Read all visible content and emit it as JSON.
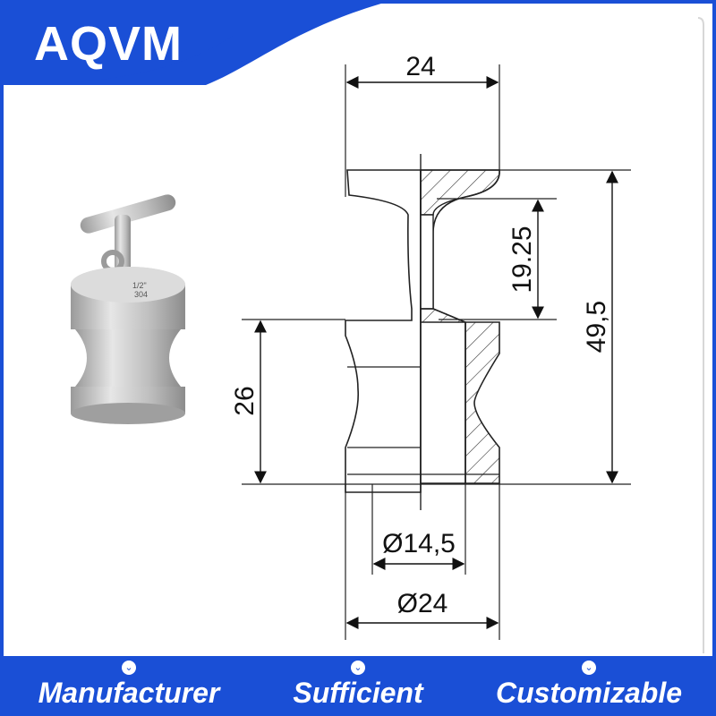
{
  "brand": {
    "logo_text": "AQVM",
    "accent": "#1a4fd6"
  },
  "dimensions": {
    "top_width": "24",
    "upper_height": "19.25",
    "total_height": "49,5",
    "body_height": "26",
    "inner_diameter": "Ø14,5",
    "outer_diameter": "Ø24"
  },
  "product_image": {
    "stamp_line1": "1/2\"",
    "stamp_line2": "304"
  },
  "features": [
    {
      "icon": "chevron-down-icon",
      "label": "Manufacturer"
    },
    {
      "icon": "chevron-down-icon",
      "label": "Sufficient"
    },
    {
      "icon": "chevron-down-icon",
      "label": "Customizable"
    }
  ]
}
